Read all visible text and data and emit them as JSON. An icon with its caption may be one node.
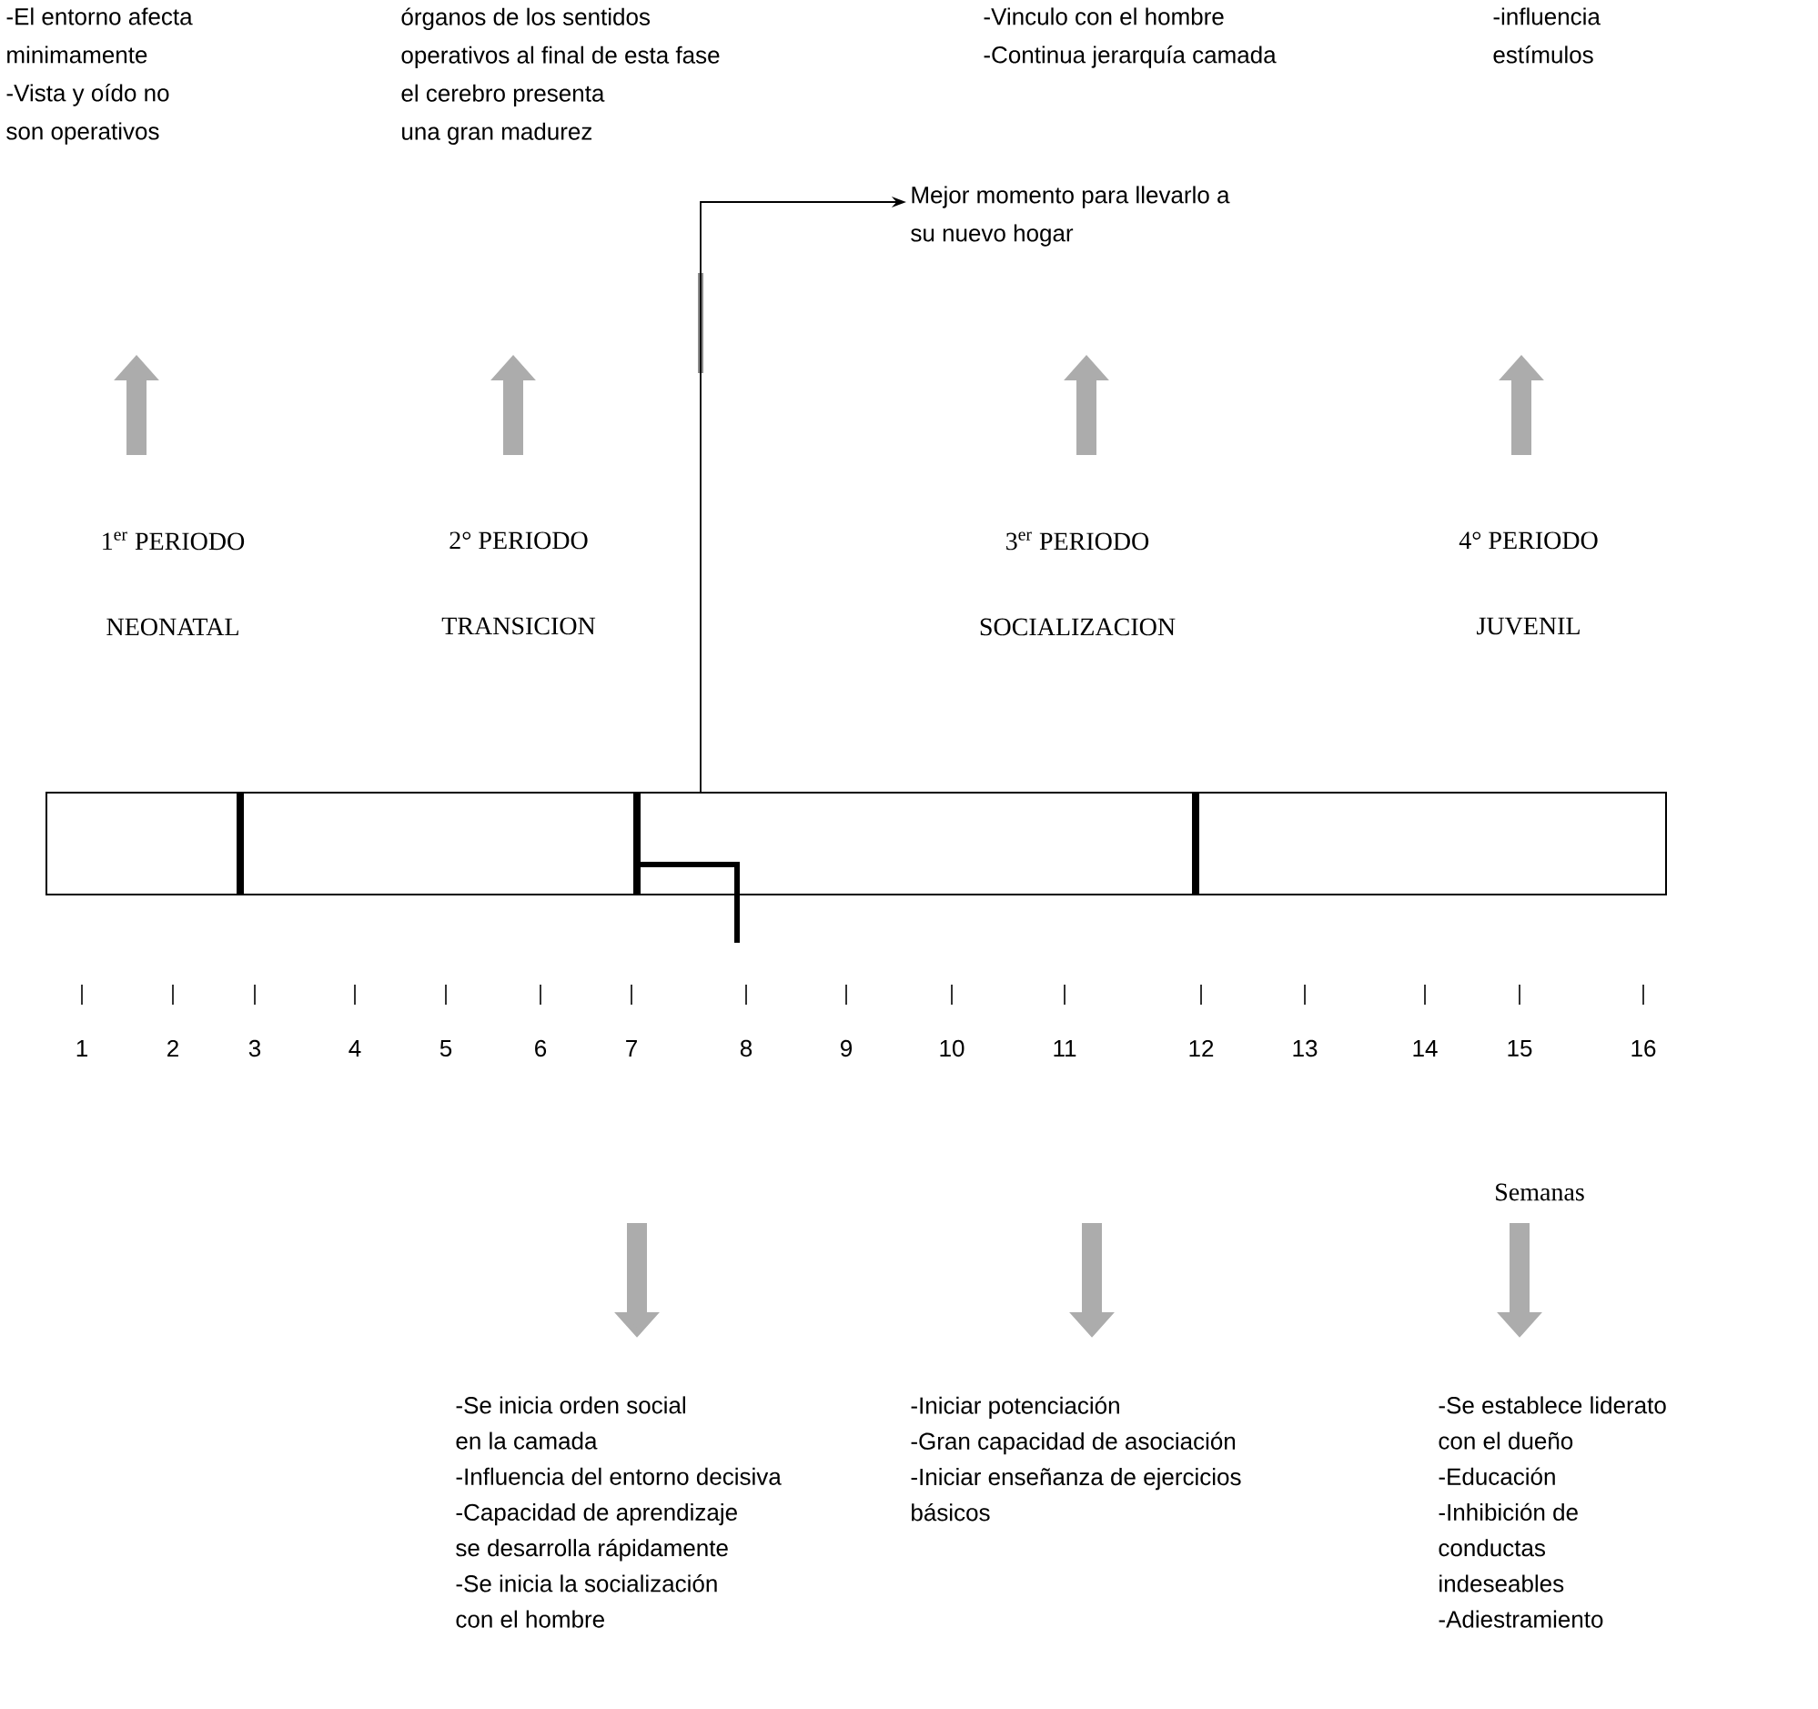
{
  "diagram": {
    "nodes": [
      {
        "text": [
          "-El entorno afecta",
          "minimamente",
          "-Vista y oído no",
          "son operativos"
        ]
      },
      {
        "text": [
          "órganos de los sentidos",
          "operativos al final de esta fase",
          "el cerebro presenta",
          "una gran madurez"
        ]
      },
      {
        "text": [
          "-Vinculo con el hombre",
          "-Continua jerarquía camada"
        ]
      },
      {
        "text": [
          "-influencia",
          "estímulos"
        ]
      },
      {
        "text": [
          "Mejor momento para llevarlo a",
          "su nuevo hogar"
        ]
      },
      {
        "text": [
          "1$^{er}$ PERIODO",
          "NEONATAL"
        ]
      },
      {
        "text": [
          "2° PERIODO",
          "TRANSICION"
        ]
      },
      {
        "text": [
          "3$^{er}$ PERIODO",
          "SOCIALIZACION"
        ]
      },
      {
        "text": [
          "4° PERIODO",
          "JUVENIL"
        ]
      },
      {
        "text": [],
        "shape": "bar"
      },
      {
        "text": [
          "-Se inicia orden social",
          "en la camada",
          "-Influencia del entorno decisiva",
          "-Capacidad de aprendizaje",
          "se desarrolla rápidamente",
          "-Se inicia la socialización",
          "con el hombre"
        ]
      },
      {
        "text": [
          "-Iniciar potenciación",
          "-Gran capacidad de asociación",
          "-Iniciar enseñanza de ejercicios",
          "básicos"
        ]
      },
      {
        "text": [
          "-Se establece liderato",
          "con el dueño",
          "-Educación",
          "-Inhibición de",
          "conductas",
          "indeseables",
          "-Adiestramiento"
        ]
      }
    ],
    "edges": [
      {
        "from": 9,
        "to": 4,
        "arrow": "to"
      }
    ],
    "labels": [
      "1",
      "2",
      "3",
      "4",
      "5",
      "6",
      "7",
      "8",
      "9",
      "10",
      "11",
      "12",
      "13",
      "14",
      "15",
      "16",
      "Semanas"
    ]
  }
}
